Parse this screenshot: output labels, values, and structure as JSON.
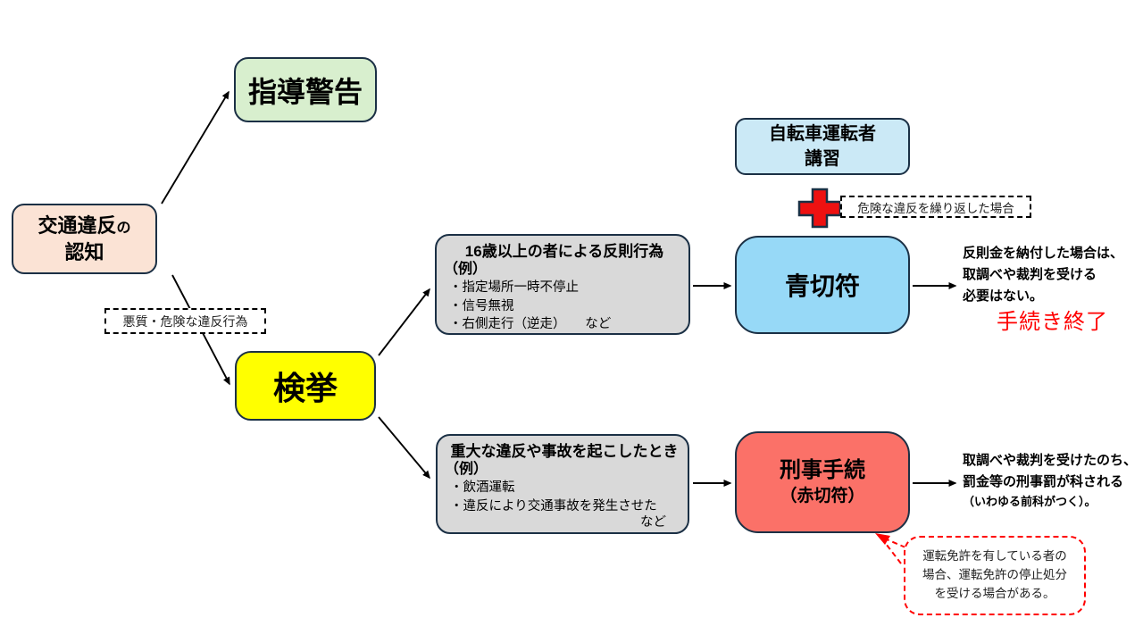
{
  "diagram": {
    "recognition": {
      "title_main": "交通違反",
      "title_particle": "の",
      "title_line2": "認知"
    },
    "guidance": {
      "label": "指導警告"
    },
    "arrest": {
      "label": "検挙"
    },
    "malicious_label": "悪質・危険な違反行為",
    "minor_offense": {
      "title": "16歳以上の者による反則行為",
      "example_label": "（例）",
      "items": [
        "・指定場所一時不停止",
        "・信号無視",
        "・右側走行（逆走）　　など"
      ]
    },
    "blue_ticket": {
      "label": "青切符"
    },
    "course": {
      "line1": "自転車運転者",
      "line2": "講習"
    },
    "repeat_label": "危険な違反を繰り返した場合",
    "outcome_blue": {
      "lines": [
        "反則金を納付した場合は、",
        "取調べや裁判を受ける",
        "必要はない。"
      ],
      "done": "手続き終了"
    },
    "serious_offense": {
      "title": "重大な違反や事故を起こしたとき",
      "example_label": "（例）",
      "items": [
        "・飲酒運転",
        "・違反により交通事故を発生させた"
      ],
      "etc": "など"
    },
    "criminal": {
      "line1": "刑事手続",
      "line2": "（赤切符）"
    },
    "outcome_red": {
      "lines": [
        "取調べや裁判を受けたのち、",
        "罰金等の刑事罰が科される"
      ],
      "note": "（いわゆる前科がつく）。"
    },
    "bubble": {
      "lines": [
        "運転免許を有している者の",
        "場合、運転免許の停止処分",
        "を受ける場合がある。"
      ]
    }
  },
  "palette": {
    "recognition_fill": "#FBE3D5",
    "guidance_fill": "#D8EFCE",
    "arrest_fill": "#FFFF00",
    "gray_fill": "#D9D9D9",
    "blue_ticket_fill": "#97D9F7",
    "course_fill": "#CBE9F6",
    "criminal_fill": "#FB7168",
    "box_border": "#1B3045",
    "accent_red": "#FF0000",
    "plus_fill": "#EE1111"
  }
}
